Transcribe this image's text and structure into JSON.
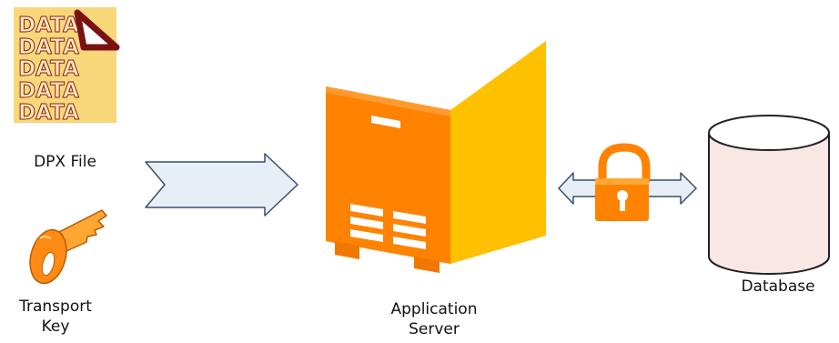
{
  "nodes": {
    "dpx_file": {
      "label": "DPX File",
      "document_text": [
        "DATA",
        "DATA",
        "DATA",
        "DATA",
        "DATA"
      ],
      "icon": "document-icon"
    },
    "transport_key": {
      "label_line1": "Transport",
      "label_line2": "Key",
      "icon": "key-icon"
    },
    "application_server": {
      "label_line1": "Application",
      "label_line2": "Server",
      "icon": "server-cabinet-icon"
    },
    "database": {
      "label": "Database",
      "icon": "database-cylinder-icon"
    }
  },
  "connectors": {
    "input_arrow": {
      "icon": "right-arrow-icon"
    },
    "secure_link": {
      "icon": "double-arrow-icon",
      "lock_icon": "padlock-icon"
    }
  },
  "colors": {
    "orange": "#FF8200",
    "orange_light": "#FFA733",
    "orange_shadow": "#D96A00",
    "yellow": "#FFC000",
    "paper": "#F7D77A",
    "data_text": "#8B1A1A",
    "arrow_fill": "#E8EEF6",
    "arrow_stroke": "#3A4E6E",
    "cylinder_fill": "#F8E7E4",
    "cylinder_stroke": "#222222"
  }
}
